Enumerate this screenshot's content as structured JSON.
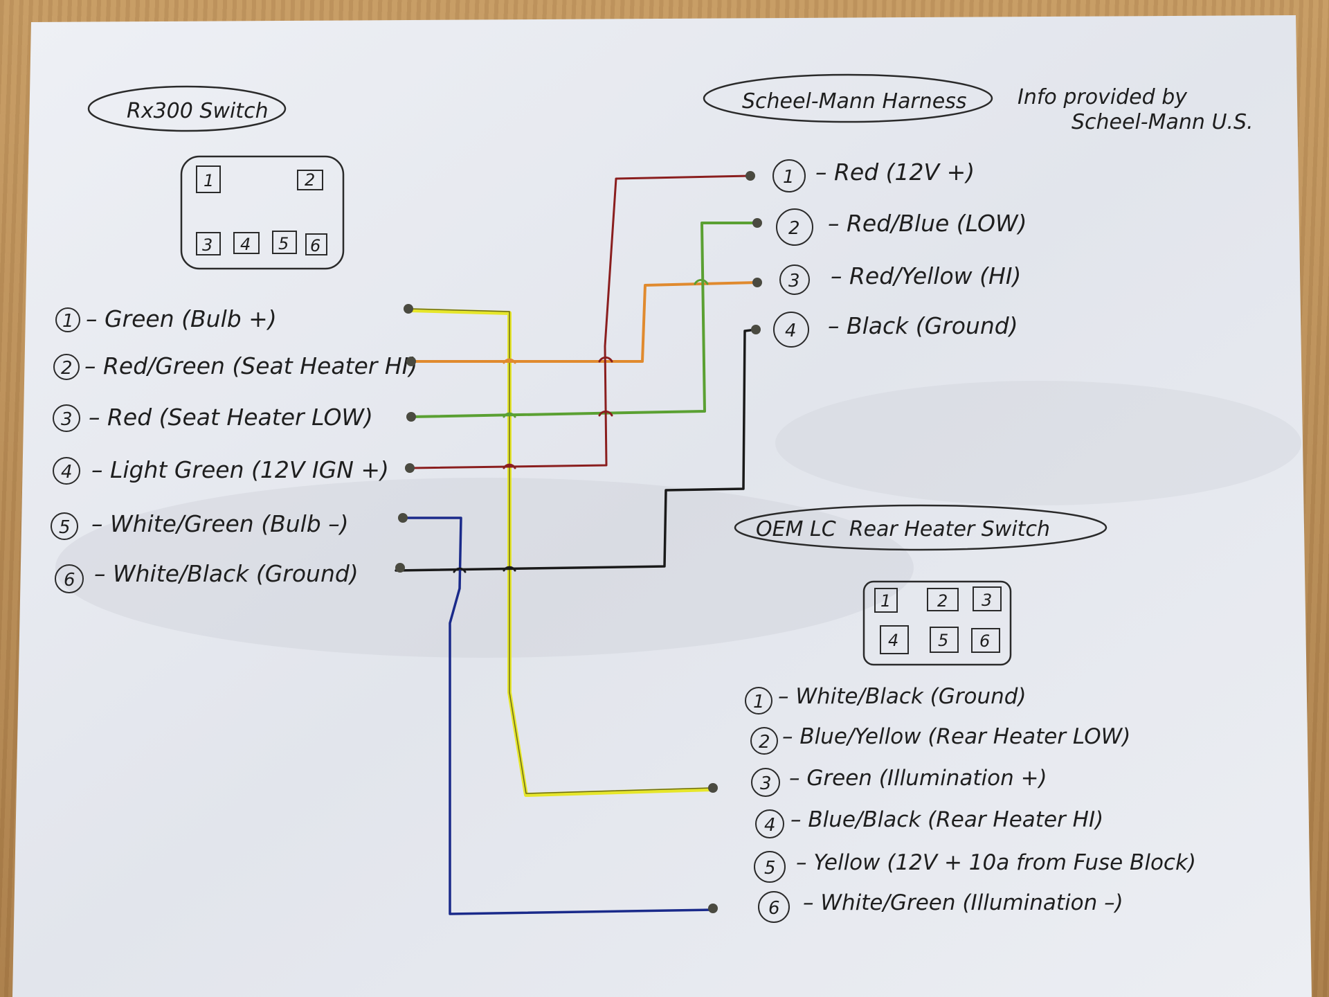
{
  "rx300": {
    "title": "Rx300 Switch",
    "pins": [
      {
        "num": "1",
        "label": "– Green (Bulb +)"
      },
      {
        "num": "2",
        "label": "– Red/Green (Seat Heater HI)"
      },
      {
        "num": "3",
        "label": "– Red (Seat Heater LOW)"
      },
      {
        "num": "4",
        "label": "– Light Green (12V IGN +)"
      },
      {
        "num": "5",
        "label": "– White/Green (Bulb –)"
      },
      {
        "num": "6",
        "label": "– White/Black (Ground)"
      }
    ],
    "connector_pins": [
      "1",
      "2",
      "3",
      "4",
      "5",
      "6"
    ]
  },
  "harness": {
    "title": "Scheel-Mann Harness",
    "note_line1": "Info provided by",
    "note_line2": "Scheel-Mann U.S.",
    "pins": [
      {
        "num": "1",
        "label": "– Red (12V +)"
      },
      {
        "num": "2",
        "label": "– Red/Blue (LOW)"
      },
      {
        "num": "3",
        "label": "– Red/Yellow (HI)"
      },
      {
        "num": "4",
        "label": "– Black (Ground)"
      }
    ]
  },
  "oem": {
    "title": "OEM LC  Rear Heater Switch",
    "connector_pins": [
      "1",
      "2",
      "3",
      "4",
      "5",
      "6"
    ],
    "pins": [
      {
        "num": "1",
        "label": "– White/Black (Ground)"
      },
      {
        "num": "2",
        "label": "– Blue/Yellow (Rear Heater LOW)"
      },
      {
        "num": "3",
        "label": "– Green (Illumination +)"
      },
      {
        "num": "4",
        "label": "– Blue/Black (Rear Heater HI)"
      },
      {
        "num": "5",
        "label": "– Yellow (12V + 10a from Fuse Block)"
      },
      {
        "num": "6",
        "label": "– White/Green (Illumination –)"
      }
    ]
  },
  "wire_colors": {
    "yellow": "#e6e62a",
    "orange": "#e08a2e",
    "green": "#5aa032",
    "red": "#8a1e1e",
    "black": "#1a1a1a",
    "blue": "#1a2a8a",
    "paper": "#e9ebf1",
    "ink": "#1e1e1e"
  }
}
